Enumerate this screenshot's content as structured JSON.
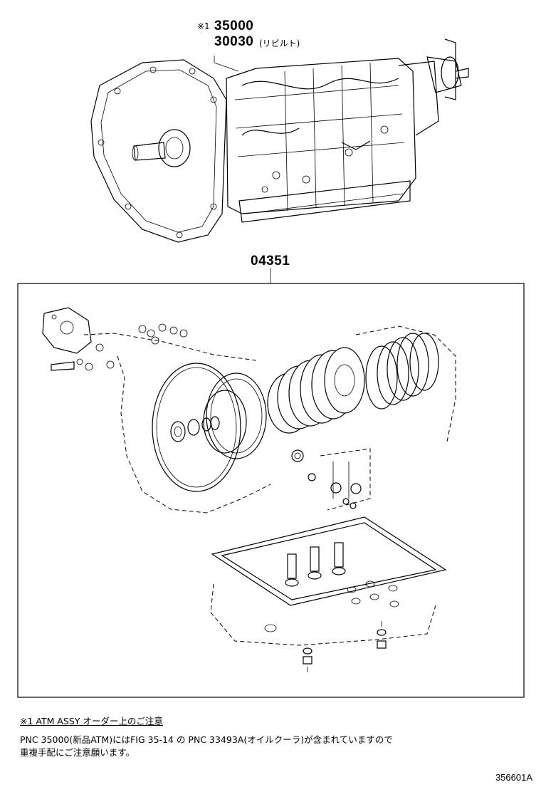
{
  "labels": {
    "assy_mark": "※1",
    "assy_part_new": "35000",
    "assy_part_rebuilt": "30030",
    "rebuilt_note": "(リビルト)",
    "kit_part": "04351"
  },
  "note": {
    "title": "※1 ATM ASSY オーダー上のご注意",
    "line1": "PNC 35000(新品ATM)にはFIG 35-14 の PNC 33493A(オイルクーラ)が含まれていますので",
    "line2": "重複手配にご注意願います。"
  },
  "figure_code": "356601A"
}
